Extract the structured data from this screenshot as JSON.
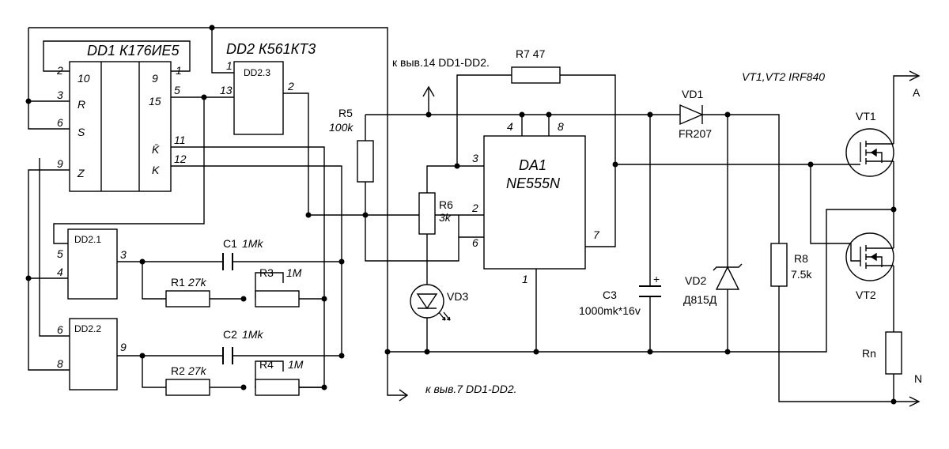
{
  "title": "VT1,VT2  IRF840",
  "chips": {
    "dd1": {
      "label": "DD1 К176ИЕ5",
      "pins": [
        "2",
        "10",
        "3",
        "R",
        "6",
        "S",
        "9",
        "Z",
        "1",
        "9",
        "5",
        "15",
        "11",
        "K̄",
        "12",
        "K"
      ]
    },
    "dd2": {
      "label": "DD2 К561КТ3"
    },
    "dd23": {
      "label": "DD2.3",
      "pins": [
        "1",
        "13",
        "2"
      ]
    },
    "dd21": {
      "label": "DD2.1",
      "pins": [
        "5",
        "4",
        "3"
      ]
    },
    "dd22": {
      "label": "DD2.2",
      "pins": [
        "6",
        "8",
        "9"
      ]
    },
    "da1": {
      "label1": "DA1",
      "label2": "NE555N",
      "pins": [
        "4",
        "8",
        "3",
        "2",
        "6",
        "7",
        "1"
      ]
    }
  },
  "components": {
    "r1": "R1",
    "r1_val": "27k",
    "r2": "R2",
    "r2_val": "27k",
    "r3": "R3",
    "r3_val": "1M",
    "r4": "R4",
    "r4_val": "1M",
    "c1": "C1",
    "c1_val": "1Mk",
    "c2": "C2",
    "c2_val": "1Mk",
    "r5": "R5",
    "r5_val": "100k",
    "r6": "R6",
    "r6_val": "3k",
    "r7": "R7 47",
    "r8": "R8",
    "r8_val": "7.5k",
    "c3": "C3",
    "c3_val": "1000mk*16v",
    "c3_plus": "+",
    "vd1": "VD1",
    "vd1_type": "FR207",
    "vd2": "VD2",
    "vd2_type": "Д815Д",
    "vd3": "VD3",
    "vt1": "VT1",
    "vt2": "VT2",
    "rn": "Rn"
  },
  "notes": {
    "pin14": "к выв.14 DD1-DD2.",
    "pin7": "к выв.7 DD1-DD2."
  },
  "outputs": {
    "a": "A",
    "n": "N"
  }
}
